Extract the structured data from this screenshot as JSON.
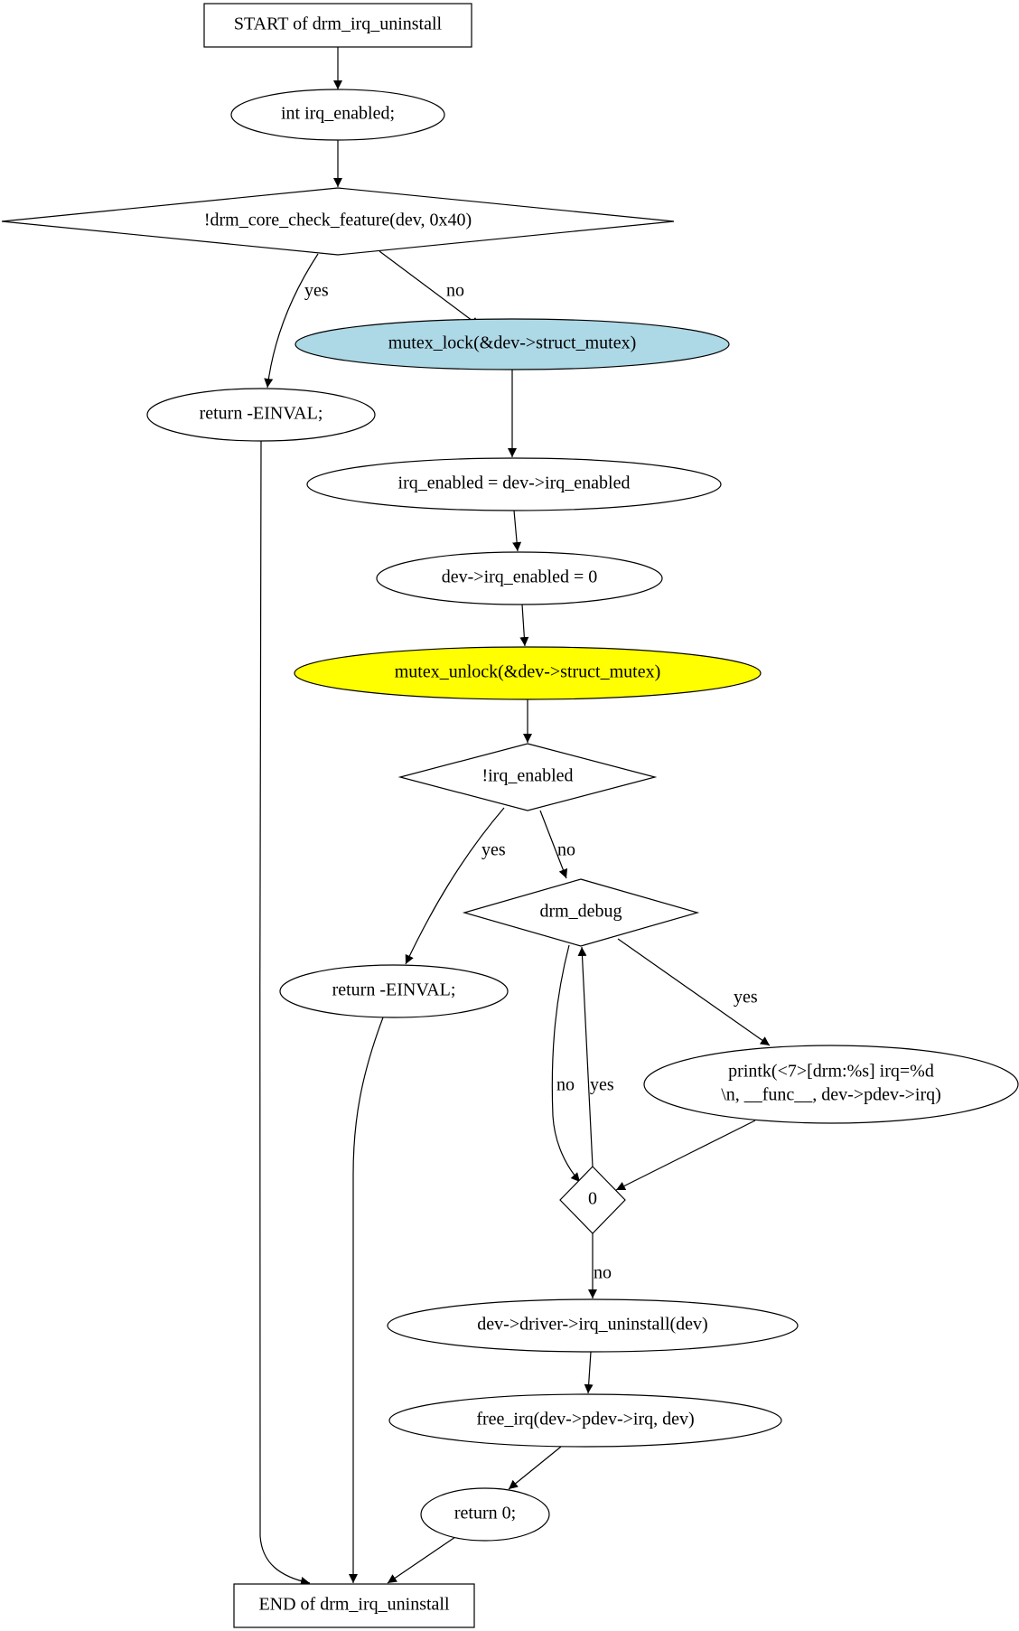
{
  "diagram": {
    "nodes": [
      {
        "id": "start",
        "label": "START of drm_irq_uninstall",
        "shape": "box",
        "fill": "#ffffff"
      },
      {
        "id": "decl",
        "label": "int irq_enabled;",
        "shape": "ellipse",
        "fill": "#ffffff"
      },
      {
        "id": "check",
        "label": "!drm_core_check_feature(dev, 0x40)",
        "shape": "diamond",
        "fill": "#ffffff"
      },
      {
        "id": "ret1",
        "label": "return -EINVAL;",
        "shape": "ellipse",
        "fill": "#ffffff"
      },
      {
        "id": "lock",
        "label": "mutex_lock(&dev->struct_mutex)",
        "shape": "ellipse",
        "fill": "#add8e6"
      },
      {
        "id": "assign1",
        "label": "irq_enabled = dev->irq_enabled",
        "shape": "ellipse",
        "fill": "#ffffff"
      },
      {
        "id": "assign2",
        "label": "dev->irq_enabled = 0",
        "shape": "ellipse",
        "fill": "#ffffff"
      },
      {
        "id": "unlock",
        "label": "mutex_unlock(&dev->struct_mutex)",
        "shape": "ellipse",
        "fill": "#ffff00"
      },
      {
        "id": "irqcheck",
        "label": "!irq_enabled",
        "shape": "diamond",
        "fill": "#ffffff"
      },
      {
        "id": "ret2",
        "label": "return -EINVAL;",
        "shape": "ellipse",
        "fill": "#ffffff"
      },
      {
        "id": "debug",
        "label": "drm_debug",
        "shape": "diamond",
        "fill": "#ffffff"
      },
      {
        "id": "printk",
        "label": [
          "printk(<7>[drm:%s] irq=%d",
          "\\n, __func__, dev->pdev->irq)"
        ],
        "shape": "ellipse",
        "fill": "#ffffff"
      },
      {
        "id": "zero",
        "label": "0",
        "shape": "diamond",
        "fill": "#ffffff"
      },
      {
        "id": "uninst",
        "label": "dev->driver->irq_uninstall(dev)",
        "shape": "ellipse",
        "fill": "#ffffff"
      },
      {
        "id": "free",
        "label": "free_irq(dev->pdev->irq, dev)",
        "shape": "ellipse",
        "fill": "#ffffff"
      },
      {
        "id": "ret0",
        "label": "return 0;",
        "shape": "ellipse",
        "fill": "#ffffff"
      },
      {
        "id": "end",
        "label": "END of drm_irq_uninstall",
        "shape": "box",
        "fill": "#ffffff"
      }
    ],
    "edges": [
      {
        "id": "e1",
        "from": "start",
        "to": "decl",
        "label": ""
      },
      {
        "id": "e2",
        "from": "decl",
        "to": "check",
        "label": ""
      },
      {
        "id": "e3",
        "from": "check",
        "to": "ret1",
        "label": "yes"
      },
      {
        "id": "e4",
        "from": "check",
        "to": "lock",
        "label": "no"
      },
      {
        "id": "e5",
        "from": "lock",
        "to": "assign1",
        "label": ""
      },
      {
        "id": "e6",
        "from": "assign1",
        "to": "assign2",
        "label": ""
      },
      {
        "id": "e7",
        "from": "assign2",
        "to": "unlock",
        "label": ""
      },
      {
        "id": "e8",
        "from": "unlock",
        "to": "irqcheck",
        "label": ""
      },
      {
        "id": "e9",
        "from": "irqcheck",
        "to": "ret2",
        "label": "yes"
      },
      {
        "id": "e10",
        "from": "irqcheck",
        "to": "debug",
        "label": "no"
      },
      {
        "id": "e11",
        "from": "debug",
        "to": "printk",
        "label": "yes"
      },
      {
        "id": "e12",
        "from": "debug",
        "to": "zero",
        "label": "no"
      },
      {
        "id": "e13",
        "from": "printk",
        "to": "zero",
        "label": ""
      },
      {
        "id": "e14",
        "from": "zero",
        "to": "debug",
        "label": "yes"
      },
      {
        "id": "e15",
        "from": "zero",
        "to": "uninst",
        "label": "no"
      },
      {
        "id": "e16",
        "from": "uninst",
        "to": "free",
        "label": ""
      },
      {
        "id": "e17",
        "from": "free",
        "to": "ret0",
        "label": ""
      },
      {
        "id": "e18",
        "from": "ret0",
        "to": "end",
        "label": ""
      },
      {
        "id": "e19",
        "from": "ret1",
        "to": "end",
        "label": ""
      },
      {
        "id": "e20",
        "from": "ret2",
        "to": "end",
        "label": ""
      }
    ]
  }
}
